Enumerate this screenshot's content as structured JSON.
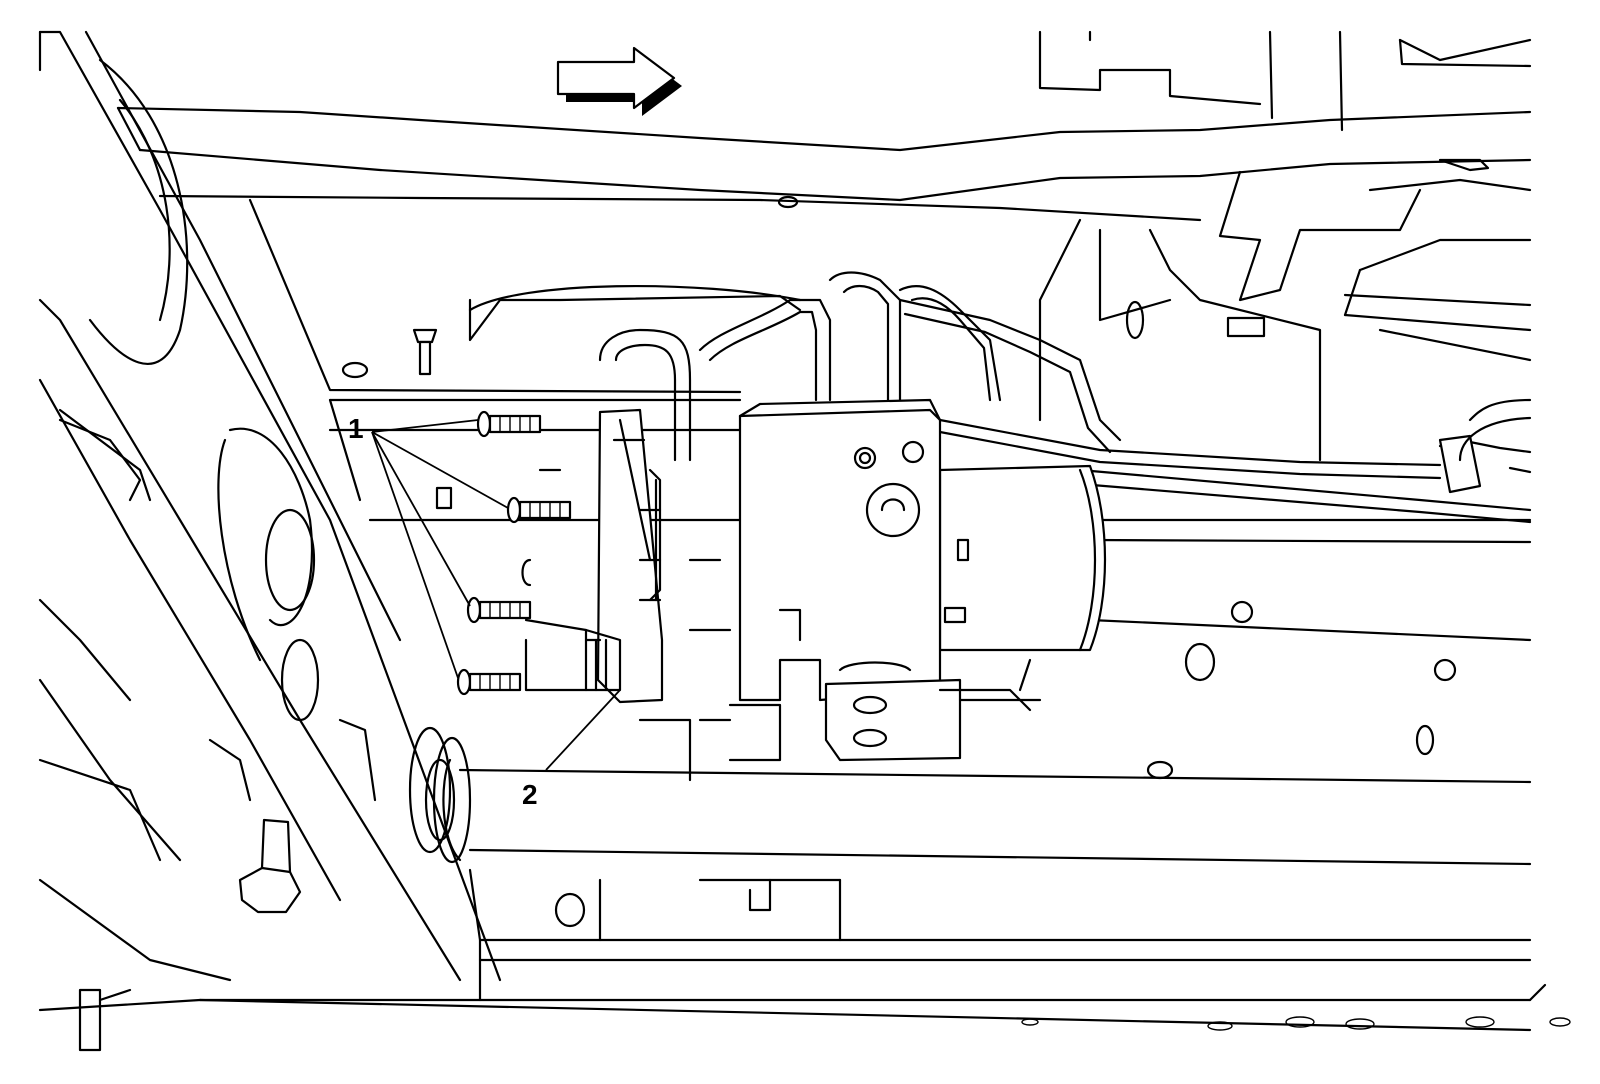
{
  "diagram": {
    "callouts": [
      {
        "id": "1",
        "label": "1",
        "target": "bolts"
      },
      {
        "id": "2",
        "label": "2",
        "target": "electronic-brake-control-module"
      }
    ],
    "direction_arrow": "arrow-right-icon"
  }
}
